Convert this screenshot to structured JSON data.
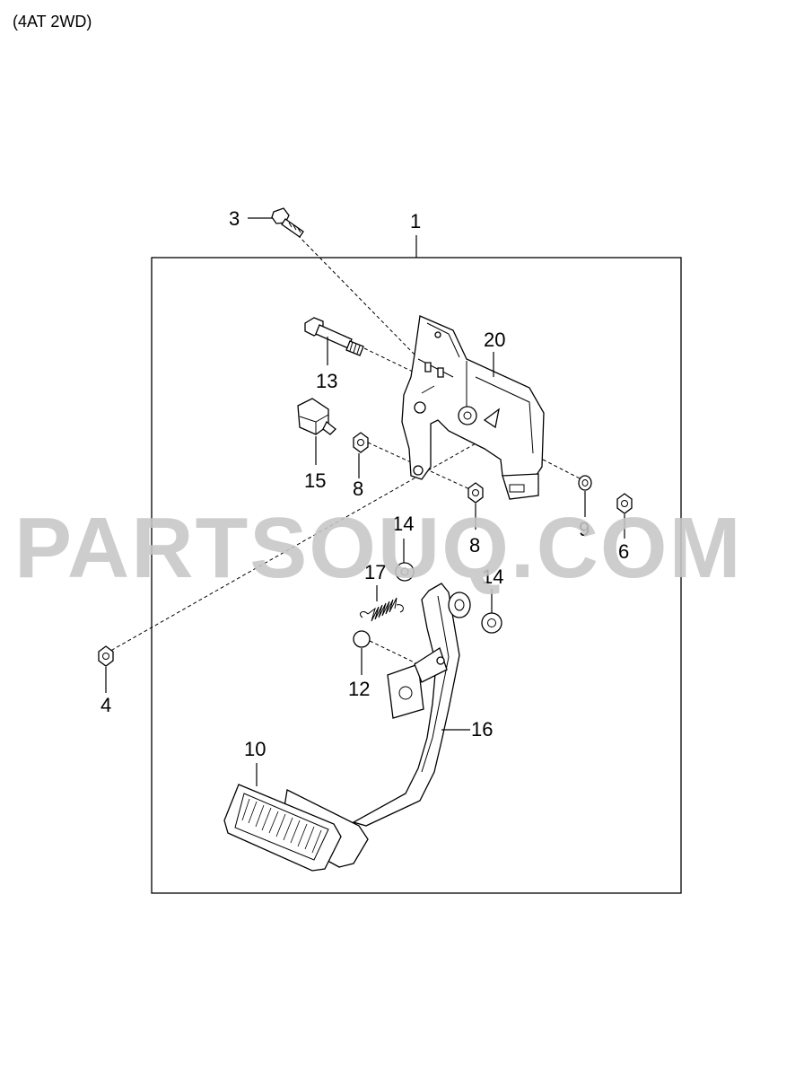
{
  "diagram": {
    "caption": "(4AT 2WD)",
    "watermark": "PARTSOUQ.COM",
    "callouts": {
      "c1": "1",
      "c3": "3",
      "c4": "4",
      "c6": "6",
      "c8a": "8",
      "c8b": "8",
      "c9": "9",
      "c10": "10",
      "c12": "12",
      "c13": "13",
      "c14a": "14",
      "c14b": "14",
      "c15": "15",
      "c16": "16",
      "c17": "17",
      "c20": "20"
    }
  }
}
